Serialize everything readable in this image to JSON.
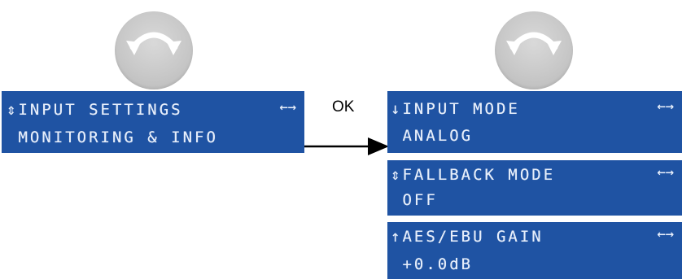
{
  "colors": {
    "lcd_background": "#1f53a3",
    "lcd_text": "#e6eefb",
    "knob": "#c8c8c8",
    "knob_arrow": "#ffffff",
    "connector": "#000000"
  },
  "knobs": [
    {
      "icon": "rotary-knob-icon",
      "arrow_direction": "clockwise"
    },
    {
      "icon": "rotary-knob-icon",
      "arrow_direction": "clockwise"
    }
  ],
  "main_display": {
    "line1": "⇕INPUT SETTINGS",
    "line2": " MONITORING & INFO",
    "nav_arrows": "←→"
  },
  "connector": {
    "label": "OK"
  },
  "sub_displays": [
    {
      "line1": "↓INPUT MODE",
      "line2": " ANALOG",
      "nav_arrows": "←→"
    },
    {
      "line1": "⇕FALLBACK MODE",
      "line2": " OFF",
      "nav_arrows": "←→"
    },
    {
      "line1": "↑AES/EBU GAIN",
      "line2": " +0.0dB",
      "nav_arrows": "←→"
    }
  ]
}
